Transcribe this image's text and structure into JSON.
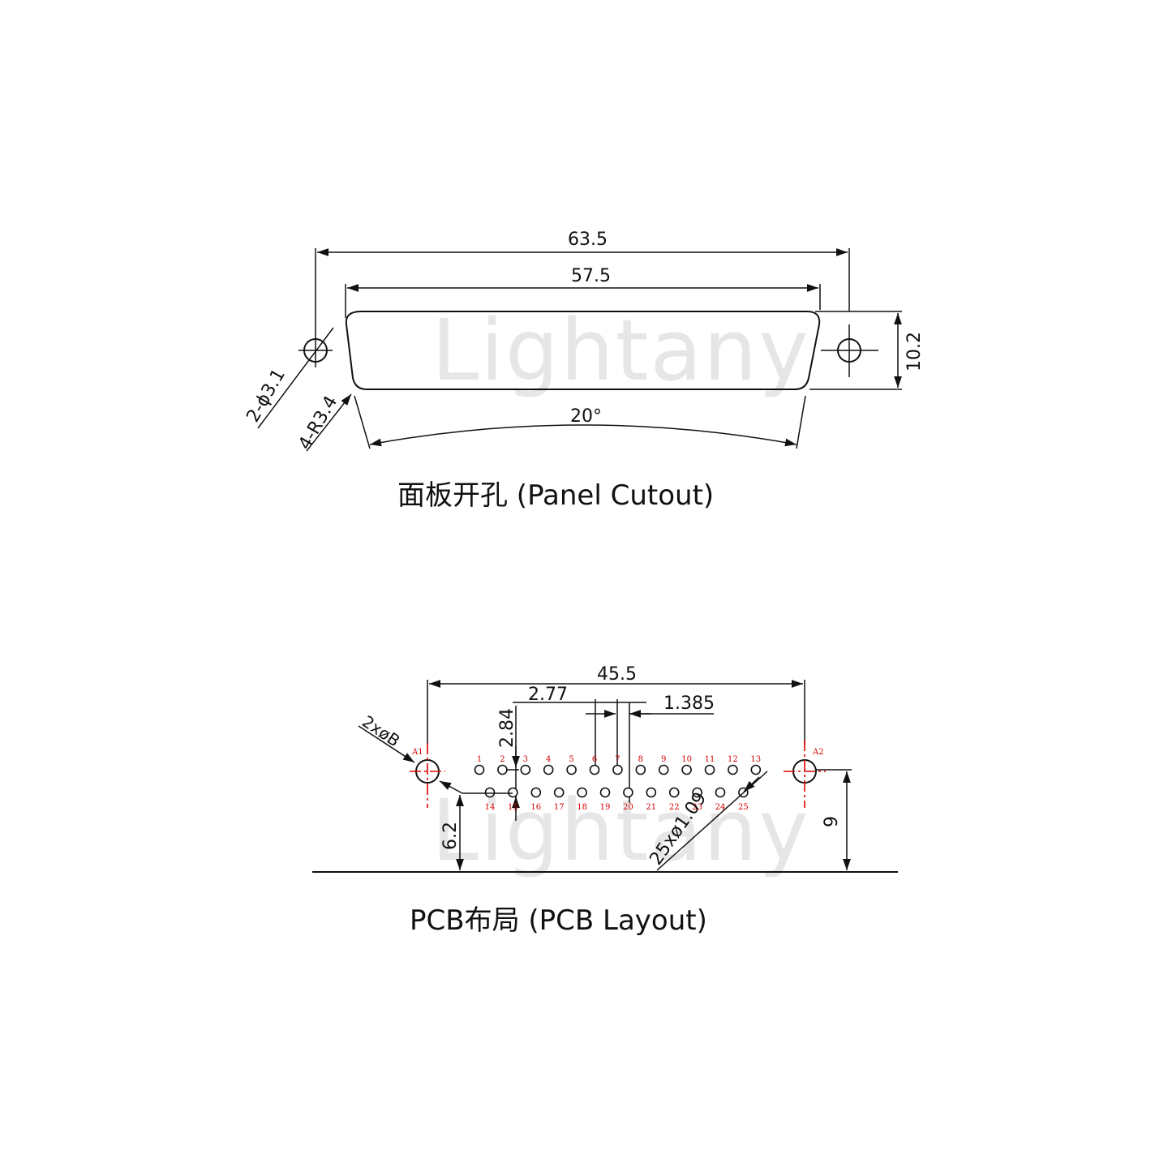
{
  "watermark": "Lightany",
  "panel_cutout": {
    "title": "面板开孔 (Panel Cutout)",
    "dim_overall_width": "63.5",
    "dim_shell_width": "57.5",
    "dim_height": "10.2",
    "dim_angle": "20°",
    "dim_hole": "2-ϕ3.1",
    "dim_radius": "4-R3.4"
  },
  "pcb_layout": {
    "title": "PCB布局 (PCB Layout)",
    "dim_mount_spacing": "45.5",
    "dim_pin_pitch": "2.77",
    "dim_half_pitch": "1.385",
    "dim_row_spacing": "2.84",
    "dim_mount_hole": "2xøB",
    "dim_pin_hole": "25xø1.09",
    "dim_row_to_edge": "6.2",
    "dim_mount_to_edge": "9",
    "mount_labels": [
      "A1",
      "A2"
    ],
    "row1_pins": [
      "1",
      "2",
      "3",
      "4",
      "5",
      "6",
      "7",
      "8",
      "9",
      "10",
      "11",
      "12",
      "13"
    ],
    "row2_pins": [
      "14",
      "15",
      "16",
      "17",
      "18",
      "19",
      "20",
      "21",
      "22",
      "23",
      "24",
      "25"
    ]
  }
}
